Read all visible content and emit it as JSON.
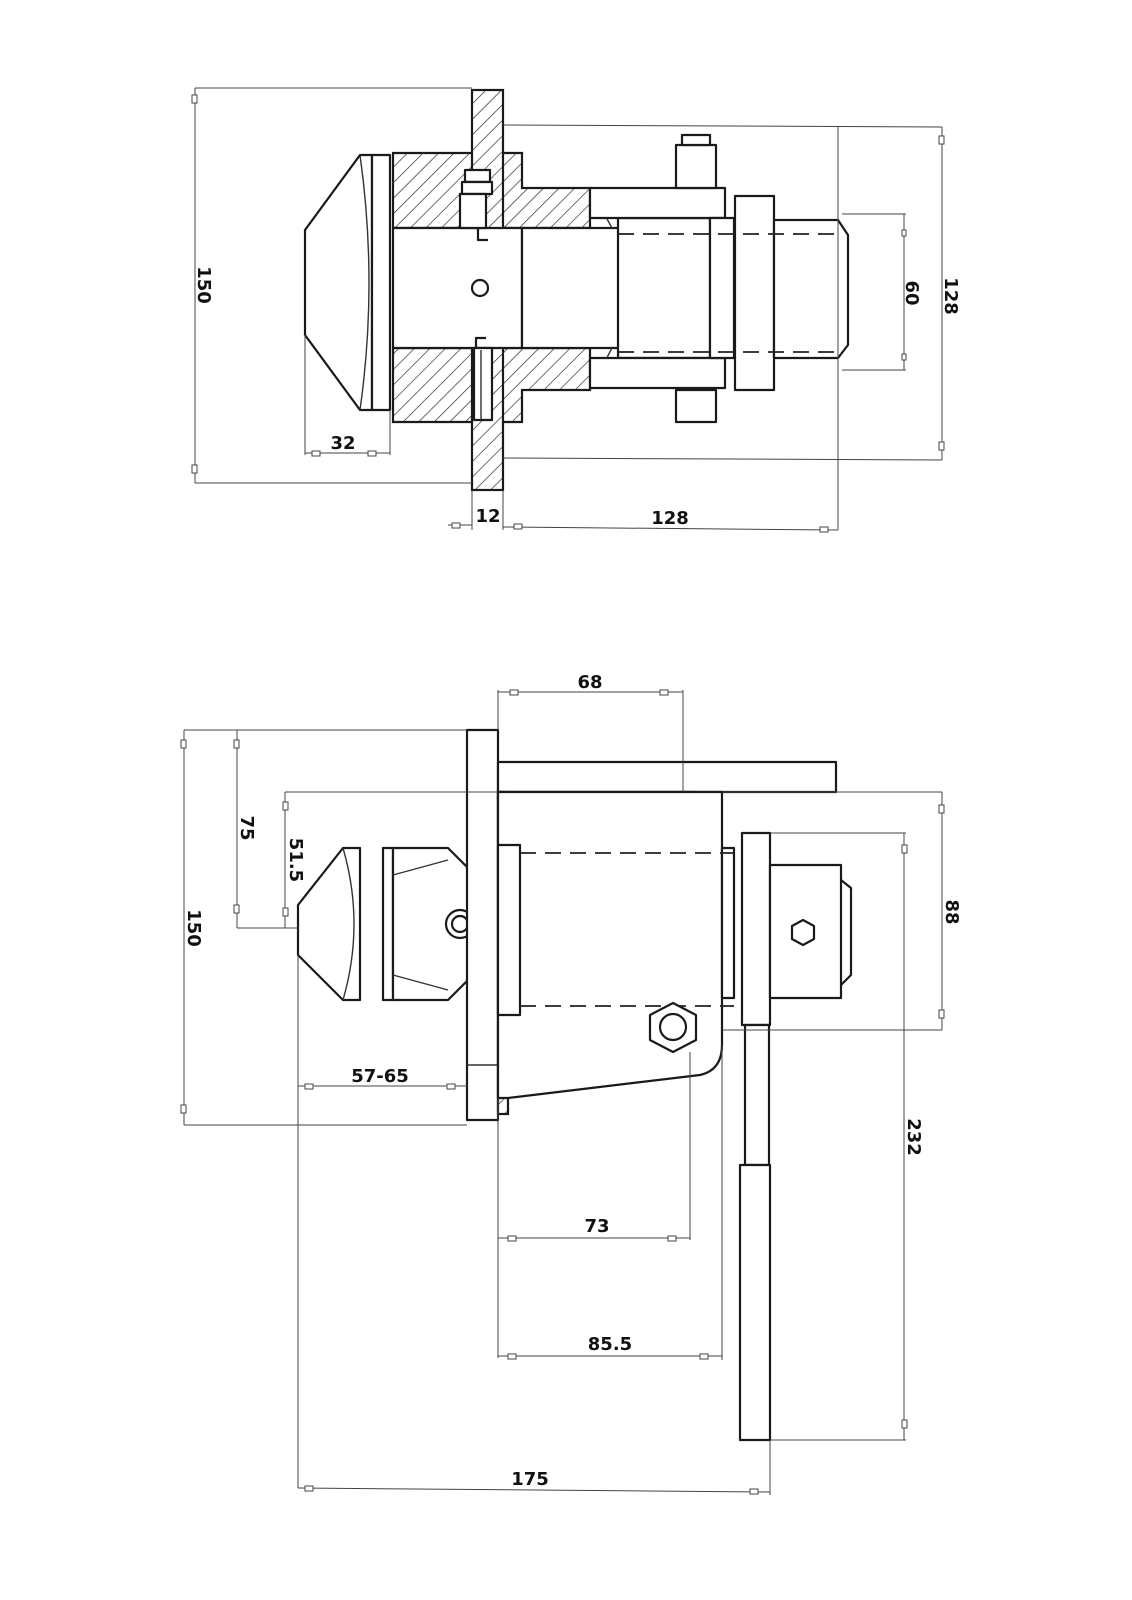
{
  "drawing": {
    "stroke_color": "#1a1a1a",
    "dimensions": {
      "top": {
        "height_total": "150",
        "height_right": "128",
        "bore_diameter": "60",
        "nose_depth": "32",
        "flange_thickness": "12",
        "body_length": "128"
      },
      "bottom": {
        "top_width": "68",
        "height_total": "150",
        "offset_75": "75",
        "offset_51_5": "51.5",
        "nose_range": "57-65",
        "right_height": "88",
        "lever_length": "232",
        "pin_distance": "73",
        "body_length": "85.5",
        "overall_length": "175"
      }
    }
  }
}
